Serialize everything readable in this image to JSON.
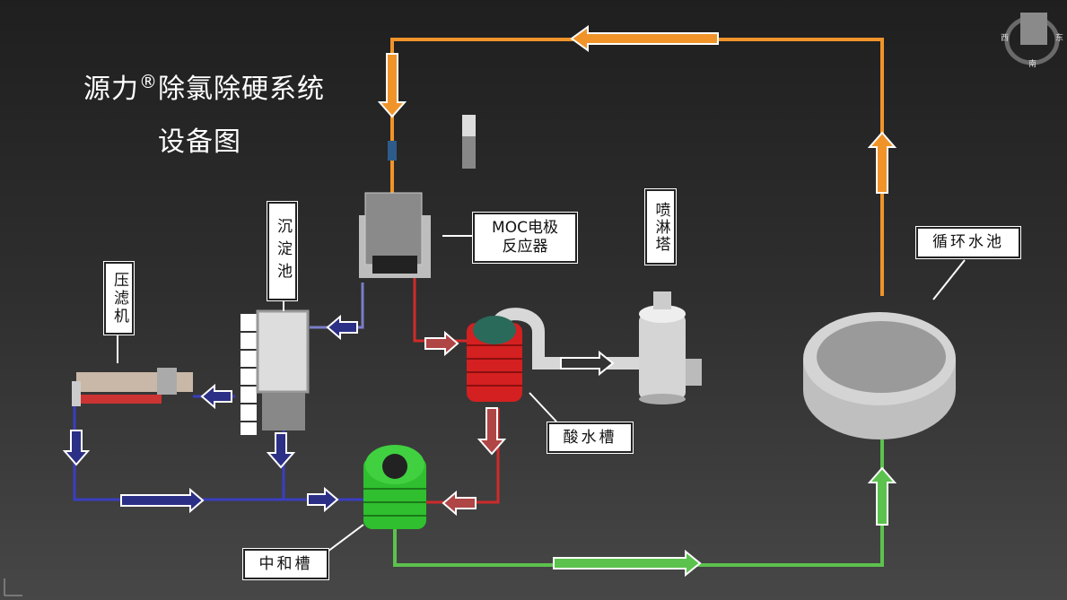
{
  "title": {
    "line1": "源力",
    "reg": "®",
    "line1b": "除氯除硬系统",
    "line2": "设备图"
  },
  "labels": {
    "reactor": "MOC电极\n反应器",
    "spray_tower": "喷淋塔",
    "pool": "循环水池",
    "acid_tank": "酸水槽",
    "neutral_tank": "中和槽",
    "settling_tank": "沉淀池",
    "filter_press": "压滤机"
  },
  "viewcube": {
    "west": "西",
    "east": "东",
    "south": "南"
  },
  "colors": {
    "orange": "#f0942a",
    "blue": "#2b2f86",
    "red": "#b04545",
    "green": "#5cc24e",
    "gray": "#c8c8c8"
  }
}
